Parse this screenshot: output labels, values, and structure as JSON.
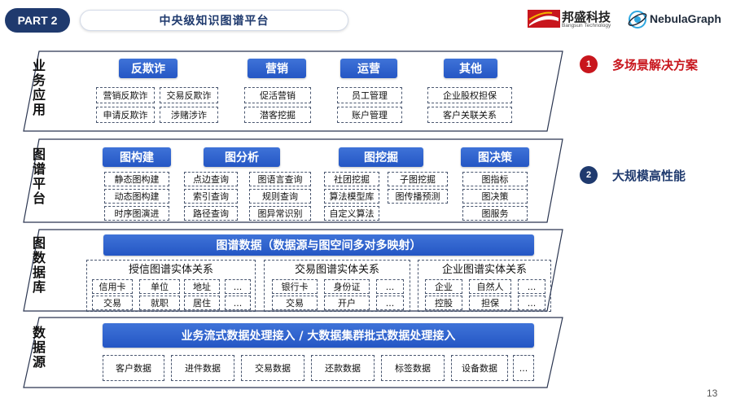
{
  "header": {
    "part_tag": "PART 2",
    "title": "中央级知识图谱平台",
    "logo_bangsun_cn": "邦盛科技",
    "logo_bangsun_en": "Bangsun Technology",
    "logo_nebula": "NebulaGraph"
  },
  "layers": {
    "business": {
      "label": "业务应用",
      "columns": [
        {
          "head": "反欺诈",
          "items": [
            "营销反欺诈",
            "交易反欺诈",
            "申请反欺诈",
            "涉赌涉诈"
          ]
        },
        {
          "head": "营销",
          "items": [
            "促活营销",
            "潜客挖掘"
          ]
        },
        {
          "head": "运营",
          "items": [
            "员工管理",
            "账户管理"
          ]
        },
        {
          "head": "其他",
          "items": [
            "企业股权担保",
            "客户关联关系"
          ]
        }
      ]
    },
    "platform": {
      "label": "图谱平台",
      "columns": [
        {
          "head": "图构建",
          "items": [
            "静态图构建",
            "动态图构建",
            "时序图演进"
          ]
        },
        {
          "head": "图分析",
          "items": [
            "点边查询",
            "图语言查询",
            "索引查询",
            "规则查询",
            "路径查询",
            "图异常识别"
          ]
        },
        {
          "head": "图挖掘",
          "items": [
            "社团挖掘",
            "子图挖掘",
            "算法模型库",
            "图传播预测",
            "自定义算法"
          ]
        },
        {
          "head": "图决策",
          "items": [
            "图指标",
            "图决策",
            "图服务"
          ]
        }
      ]
    },
    "database": {
      "label": "图数据库",
      "banner": "图谱数据（数据源与图空间多对多映射）",
      "groups": [
        {
          "title": "授信图谱实体关系",
          "row1": [
            "信用卡",
            "单位",
            "地址",
            "..."
          ],
          "row2": [
            "交易",
            "就职",
            "居住",
            "..."
          ]
        },
        {
          "title": "交易图谱实体关系",
          "row1": [
            "银行卡",
            "身份证",
            "..."
          ],
          "row2": [
            "交易",
            "开户",
            "..."
          ]
        },
        {
          "title": "企业图谱实体关系",
          "row1": [
            "企业",
            "自然人",
            "..."
          ],
          "row2": [
            "控股",
            "担保",
            "..."
          ]
        }
      ]
    },
    "source": {
      "label": "数据源",
      "banner": "业务流式数据处理接入 / 大数据集群批式数据处理接入",
      "items": [
        "客户数据",
        "进件数据",
        "交易数据",
        "还款数据",
        "标签数据",
        "设备数据",
        "..."
      ]
    }
  },
  "side": [
    {
      "num": "1",
      "text": "多场景解决方案",
      "color": "#c8161d"
    },
    {
      "num": "2",
      "text": "大规模高性能",
      "color": "#1f3a6e"
    }
  ],
  "page_number": "13"
}
